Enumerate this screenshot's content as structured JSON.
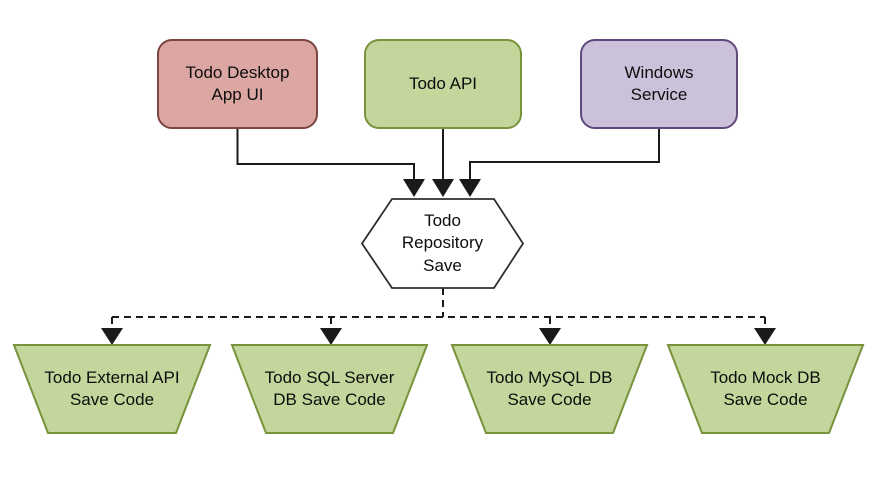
{
  "diagram": {
    "description": "Todo application save-path architecture diagram",
    "nodes": {
      "desktop_ui": {
        "label": "Todo Desktop App UI",
        "shape": "rounded-rectangle",
        "fill": "#DCA7A2",
        "border": "#7D4442"
      },
      "todo_api": {
        "label": "Todo API",
        "shape": "rounded-rectangle",
        "fill": "#C3D69B",
        "border": "#77933C"
      },
      "windows_service": {
        "label": "Windows Service",
        "shape": "rounded-rectangle",
        "fill": "#CCC1DA",
        "border": "#604A7B"
      },
      "repository_save": {
        "label": "Todo Repository Save",
        "shape": "hexagon",
        "fill": "#FFFFFF",
        "border": "#2E2E2E"
      },
      "external_api_code": {
        "label": "Todo External API Save Code",
        "shape": "trapezoid",
        "fill": "#C3D69B",
        "border": "#77933C"
      },
      "sql_server_code": {
        "label": "Todo SQL Server DB Save Code",
        "shape": "trapezoid",
        "fill": "#C3D69B",
        "border": "#77933C"
      },
      "mysql_code": {
        "label": "Todo MySQL DB Save Code",
        "shape": "trapezoid",
        "fill": "#C3D69B",
        "border": "#77933C"
      },
      "mock_code": {
        "label": "Todo Mock DB Save Code",
        "shape": "trapezoid",
        "fill": "#C3D69B",
        "border": "#77933C"
      }
    },
    "edges": [
      {
        "from": "Todo Desktop App UI",
        "to": "Todo Repository Save",
        "style": "solid",
        "arrow": "filled-triangle"
      },
      {
        "from": "Todo API",
        "to": "Todo Repository Save",
        "style": "solid",
        "arrow": "filled-triangle"
      },
      {
        "from": "Windows Service",
        "to": "Todo Repository Save",
        "style": "solid",
        "arrow": "filled-triangle"
      },
      {
        "from": "Todo Repository Save",
        "to": "Todo External API Save Code",
        "style": "dashed",
        "arrow": "filled-triangle"
      },
      {
        "from": "Todo Repository Save",
        "to": "Todo SQL Server DB Save Code",
        "style": "dashed",
        "arrow": "filled-triangle"
      },
      {
        "from": "Todo Repository Save",
        "to": "Todo MySQL DB Save Code",
        "style": "dashed",
        "arrow": "filled-triangle"
      },
      {
        "from": "Todo Repository Save",
        "to": "Todo Mock DB Save Code",
        "style": "dashed",
        "arrow": "filled-triangle"
      }
    ],
    "connector_color": "#1A1A1A",
    "background_color": "#FFFFFF"
  }
}
